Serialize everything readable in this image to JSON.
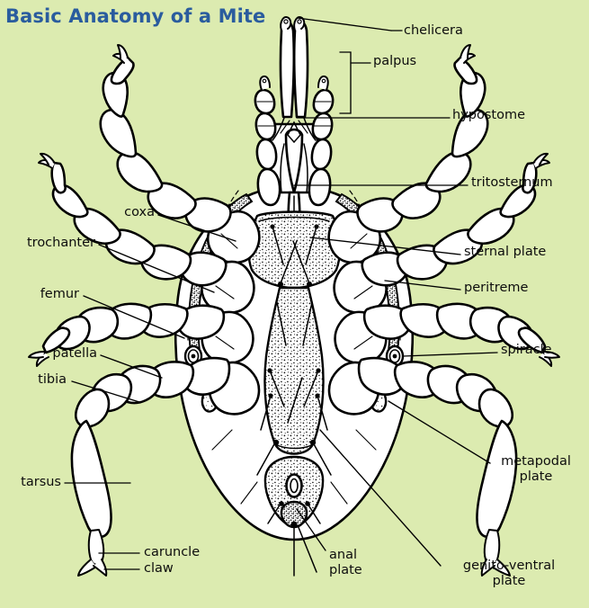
{
  "page": {
    "title": "Basic Anatomy of a Mite",
    "background_color": "#dcebb0",
    "title_color": "#2a5c9e",
    "ink_color": "#000000",
    "fill_color": "#ffffff"
  },
  "figure": {
    "subject": "mite",
    "view": "ventral",
    "description": "Labeled line drawing of a mite seen from the ventral side, showing gnathosoma with chelicerae and palps, four pairs of segmented legs, and ventral sclerotized plates."
  },
  "labels": {
    "right": [
      {
        "id": "chelicera",
        "text": "chelicera"
      },
      {
        "id": "palpus",
        "text": "palpus"
      },
      {
        "id": "hypostome",
        "text": "hypostome"
      },
      {
        "id": "tritosternum",
        "text": "tritosternum"
      },
      {
        "id": "sternal-plate",
        "text": "sternal plate"
      },
      {
        "id": "peritreme",
        "text": "peritreme"
      },
      {
        "id": "spiracle",
        "text": "spiracle"
      },
      {
        "id": "metapodal-plate",
        "line1": "metapodal",
        "line2": "plate"
      },
      {
        "id": "genito-ventral-plate",
        "line1": "genito-ventral",
        "line2": "plate"
      }
    ],
    "left": [
      {
        "id": "coxa",
        "text": "coxa"
      },
      {
        "id": "trochanter",
        "text": "trochanter"
      },
      {
        "id": "femur",
        "text": "femur"
      },
      {
        "id": "patella",
        "text": "patella"
      },
      {
        "id": "tibia",
        "text": "tibia"
      },
      {
        "id": "tarsus",
        "text": "tarsus"
      },
      {
        "id": "caruncle",
        "text": "caruncle"
      },
      {
        "id": "claw",
        "text": "claw"
      }
    ],
    "bottom": [
      {
        "id": "anal-plate",
        "line1": "anal",
        "line2": "plate"
      }
    ]
  }
}
